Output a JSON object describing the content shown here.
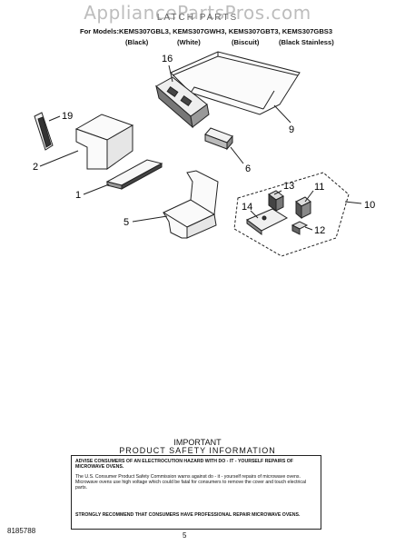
{
  "watermark": "AppliancePartsPros.com",
  "title": "LATCH PARTS",
  "models_line": "For Models:KEMS307GBL3, KEMS307GWH3, KEMS307GBT3, KEMS307GBS3",
  "colors": [
    "(Black)",
    "(White)",
    "(Biscuit)",
    "(Black Stainless)"
  ],
  "callouts": [
    "16",
    "9",
    "19",
    "2",
    "6",
    "1",
    "13",
    "11",
    "10",
    "14",
    "12",
    "5"
  ],
  "safety": {
    "heading1": "IMPORTANT",
    "heading2": "PRODUCT SAFETY INFORMATION",
    "p1": "ADVISE CONSUMERS OF AN ELECTROCUTION HAZARD WITH DO - IT - YOURSELF REPAIRS OF MICROWAVE OVENS.",
    "p2": "The U.S. Consumer Product Safety Commission warns against do - it - yourself repairs of microwave ovens. Microwave ovens use high voltage which could be fatal for consumers to remove the cover and touch electrical parts.",
    "p3": "STRONGLY RECOMMEND THAT CONSUMERS HAVE PROFESSIONAL REPAIR MICROWAVE OVENS."
  },
  "footer": {
    "part_number": "8185788",
    "page": "5"
  }
}
